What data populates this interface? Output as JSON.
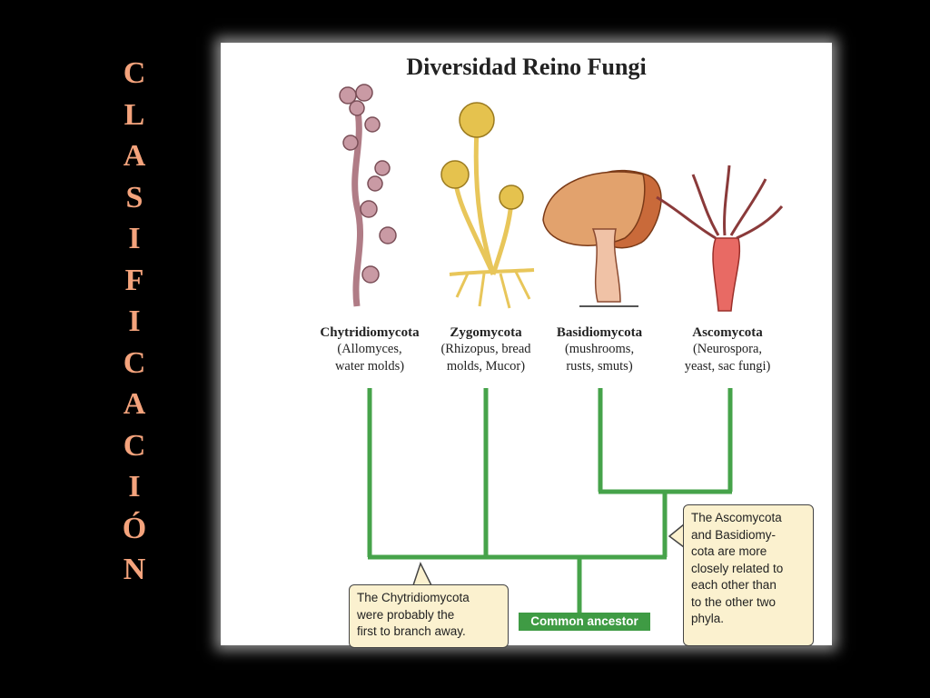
{
  "side_title_letters": [
    "C",
    "L",
    "A",
    "S",
    "I",
    "F",
    "I",
    "C",
    "A",
    "C",
    "I",
    "Ó",
    "N"
  ],
  "title": "Diversidad Reino Fungi",
  "phyla": [
    {
      "name": "Chytridiomycota",
      "example_1": "(Allomyces,",
      "example_2": "water molds)"
    },
    {
      "name": "Zygomycota",
      "example_1": "(Rhizopus, bread",
      "example_2": "molds, Mucor)"
    },
    {
      "name": "Basidiomycota",
      "example_1": "(mushrooms,",
      "example_2": "rusts, smuts)"
    },
    {
      "name": "Ascomycota",
      "example_1": "(Neurospora,",
      "example_2": "yeast, sac fungi)"
    }
  ],
  "root_label": "Common ancestor",
  "callouts": {
    "chytrid_note": "The Chytridiomycota\nwere probably the\nfirst to branch away.",
    "asco_basidio_note": "The Ascomycota\nand Basidiomy-\ncota are more\nclosely related to\neach other than\nto the other two\nphyla."
  },
  "colors": {
    "tree": "#46a34a",
    "side_title": "#f4a37c",
    "callout_bg": "#fbf1cf"
  }
}
